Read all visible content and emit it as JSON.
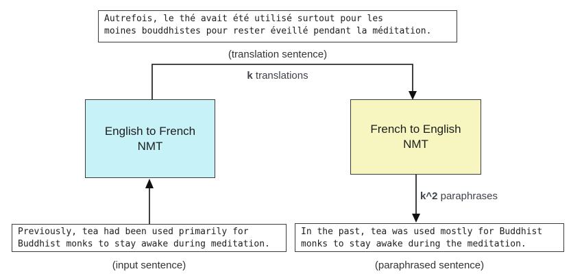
{
  "figure": {
    "translation_box": {
      "lines": [
        "Autrefois, le thé avait été utilisé surtout pour les",
        "moines bouddhistes pour rester éveillé pendant la méditation."
      ],
      "caption": "(translation sentence)"
    },
    "k_translations_label": {
      "bold": "k",
      "rest": " translations"
    },
    "nmt_left": {
      "title": "English to French",
      "subtitle": "NMT",
      "fill": "#c7f2f7"
    },
    "nmt_right": {
      "title": "French to English",
      "subtitle": "NMT",
      "fill": "#f7f6c1"
    },
    "k2_paraphrases_label": {
      "bold": "k^2",
      "rest": " paraphrases"
    },
    "input_box": {
      "lines": [
        "Previously, tea had been used primarily for",
        "Buddhist monks to stay awake during meditation."
      ],
      "caption": "(input sentence)"
    },
    "paraphrase_box": {
      "lines": [
        "In the past, tea was used mostly for Buddhist",
        "monks to stay awake during the meditation."
      ],
      "caption": "(paraphrased sentence)"
    },
    "colors": {
      "arrow_line": "#2b2b2b",
      "box_border": "#3a3a3a",
      "nmt_left_fill": "#c7f2f7",
      "nmt_right_fill": "#f7f6c1",
      "background": "#ffffff"
    }
  }
}
